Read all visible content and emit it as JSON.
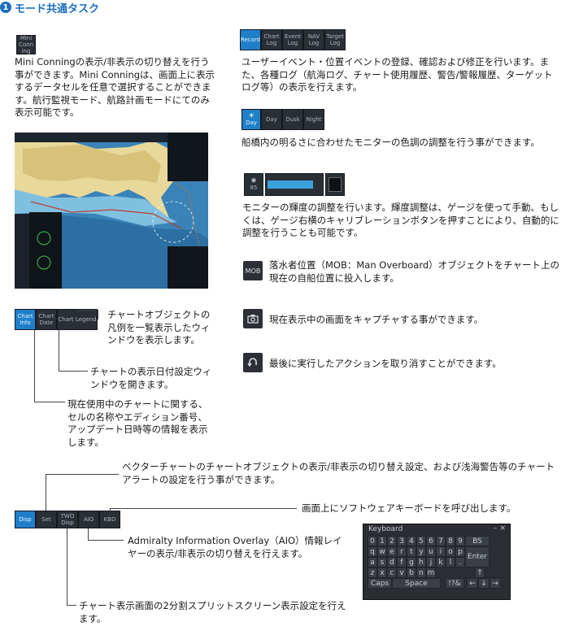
{
  "heading": {
    "number": "1",
    "title": "モード共通タスク"
  },
  "mini_conning": {
    "button_label": "Mini Conn ing",
    "desc": "Mini Conningの表示/非表示の切り替えを行う事ができます。Mini Conningは、画面上に表示するデータセルを任意で選択することができます。航行監視モード、航路計画モードにてのみ表示可能です。"
  },
  "logs": {
    "buttons": [
      "Record",
      "Chart Log",
      "Event Log",
      "NAV Log",
      "Target Log"
    ],
    "desc": "ユーザーイベント・位置イベントの登録、確認および修正を行います。また、各種ログ（航海ログ、チャート使用履歴、警告/警報履歴、ターゲットログ等）の表示を行えます。"
  },
  "palette": {
    "buttons": [
      "Day",
      "Day",
      "Dusk",
      "Night"
    ],
    "desc": "船橋内の明るさに合わせたモニターの色調の調整を行う事ができます。"
  },
  "brightness": {
    "value": "85",
    "gauge_fill": 0.85,
    "desc": "モニターの輝度の調整を行います。輝度調整は、ゲージを使って手動、もしくは、ゲージ右横のキャリブレーションボタンを押すことにより、自動的に調整を行うことも可能です。"
  },
  "mob": {
    "label": "MOB",
    "desc": "落水者位置（MOB：Man Overboard）オブジェクトをチャート上の現在の自船位置に投入します。"
  },
  "capture": {
    "desc": "現在表示中の画面をキャプチャする事ができます。"
  },
  "undo": {
    "desc": "最後に実行したアクションを取り消すことができます。"
  },
  "chart_buttons": {
    "buttons": [
      "Chart Info",
      "Chart Date",
      "Chart Legend"
    ],
    "legend_desc": "チャートオブジェクトの凡例を一覧表示したウィンドウを表示します。",
    "date_desc": "チャートの表示日付設定ウィンドウを開きます。",
    "info_desc": "現在使用中のチャートに関する、セルの名称やエディション番号、アップデート日時等の情報を表示します。"
  },
  "display_buttons": {
    "buttons": [
      "Disp",
      "Set",
      "TWO Disp",
      "AIO",
      "KBD"
    ],
    "disp_desc": "ベクターチャートのチャートオブジェクトの表示/非表示の切り替え設定、および浅海警告等のチャートアラートの設定を行う事ができます。",
    "kbd_desc": "画面上にソフトウェアキーボードを呼び出します。",
    "aio_desc": "Admiralty Information Overlay（AIO）情報レイヤーの表示/非表示の切り替えを行えます。",
    "two_desc": "チャート表示画面の2分割スプリットスクリーン表示設定を行えます。"
  },
  "keyboard": {
    "title": "Keyboard",
    "row1": [
      "0",
      "1",
      "2",
      "3",
      "4",
      "5",
      "6",
      "7",
      "8",
      "9"
    ],
    "bs": "BS",
    "row2": [
      "q",
      "w",
      "e",
      "r",
      "t",
      "y",
      "u",
      "i",
      "o",
      "p"
    ],
    "enter": "Enter",
    "row3": [
      "a",
      "s",
      "d",
      "f",
      "g",
      "h",
      "j",
      "k",
      "l",
      "."
    ],
    "row4": [
      "z",
      "x",
      "c",
      "v",
      "b",
      "n",
      "m"
    ],
    "caps": "Caps",
    "space": "Space",
    "sym": "!?&",
    "arrows": [
      "←",
      "↓",
      "→",
      "↑"
    ]
  },
  "colors": {
    "accent": "#1b6fc2",
    "button_bg": "#2a2f36",
    "button_selected": "#1f7fc9"
  }
}
